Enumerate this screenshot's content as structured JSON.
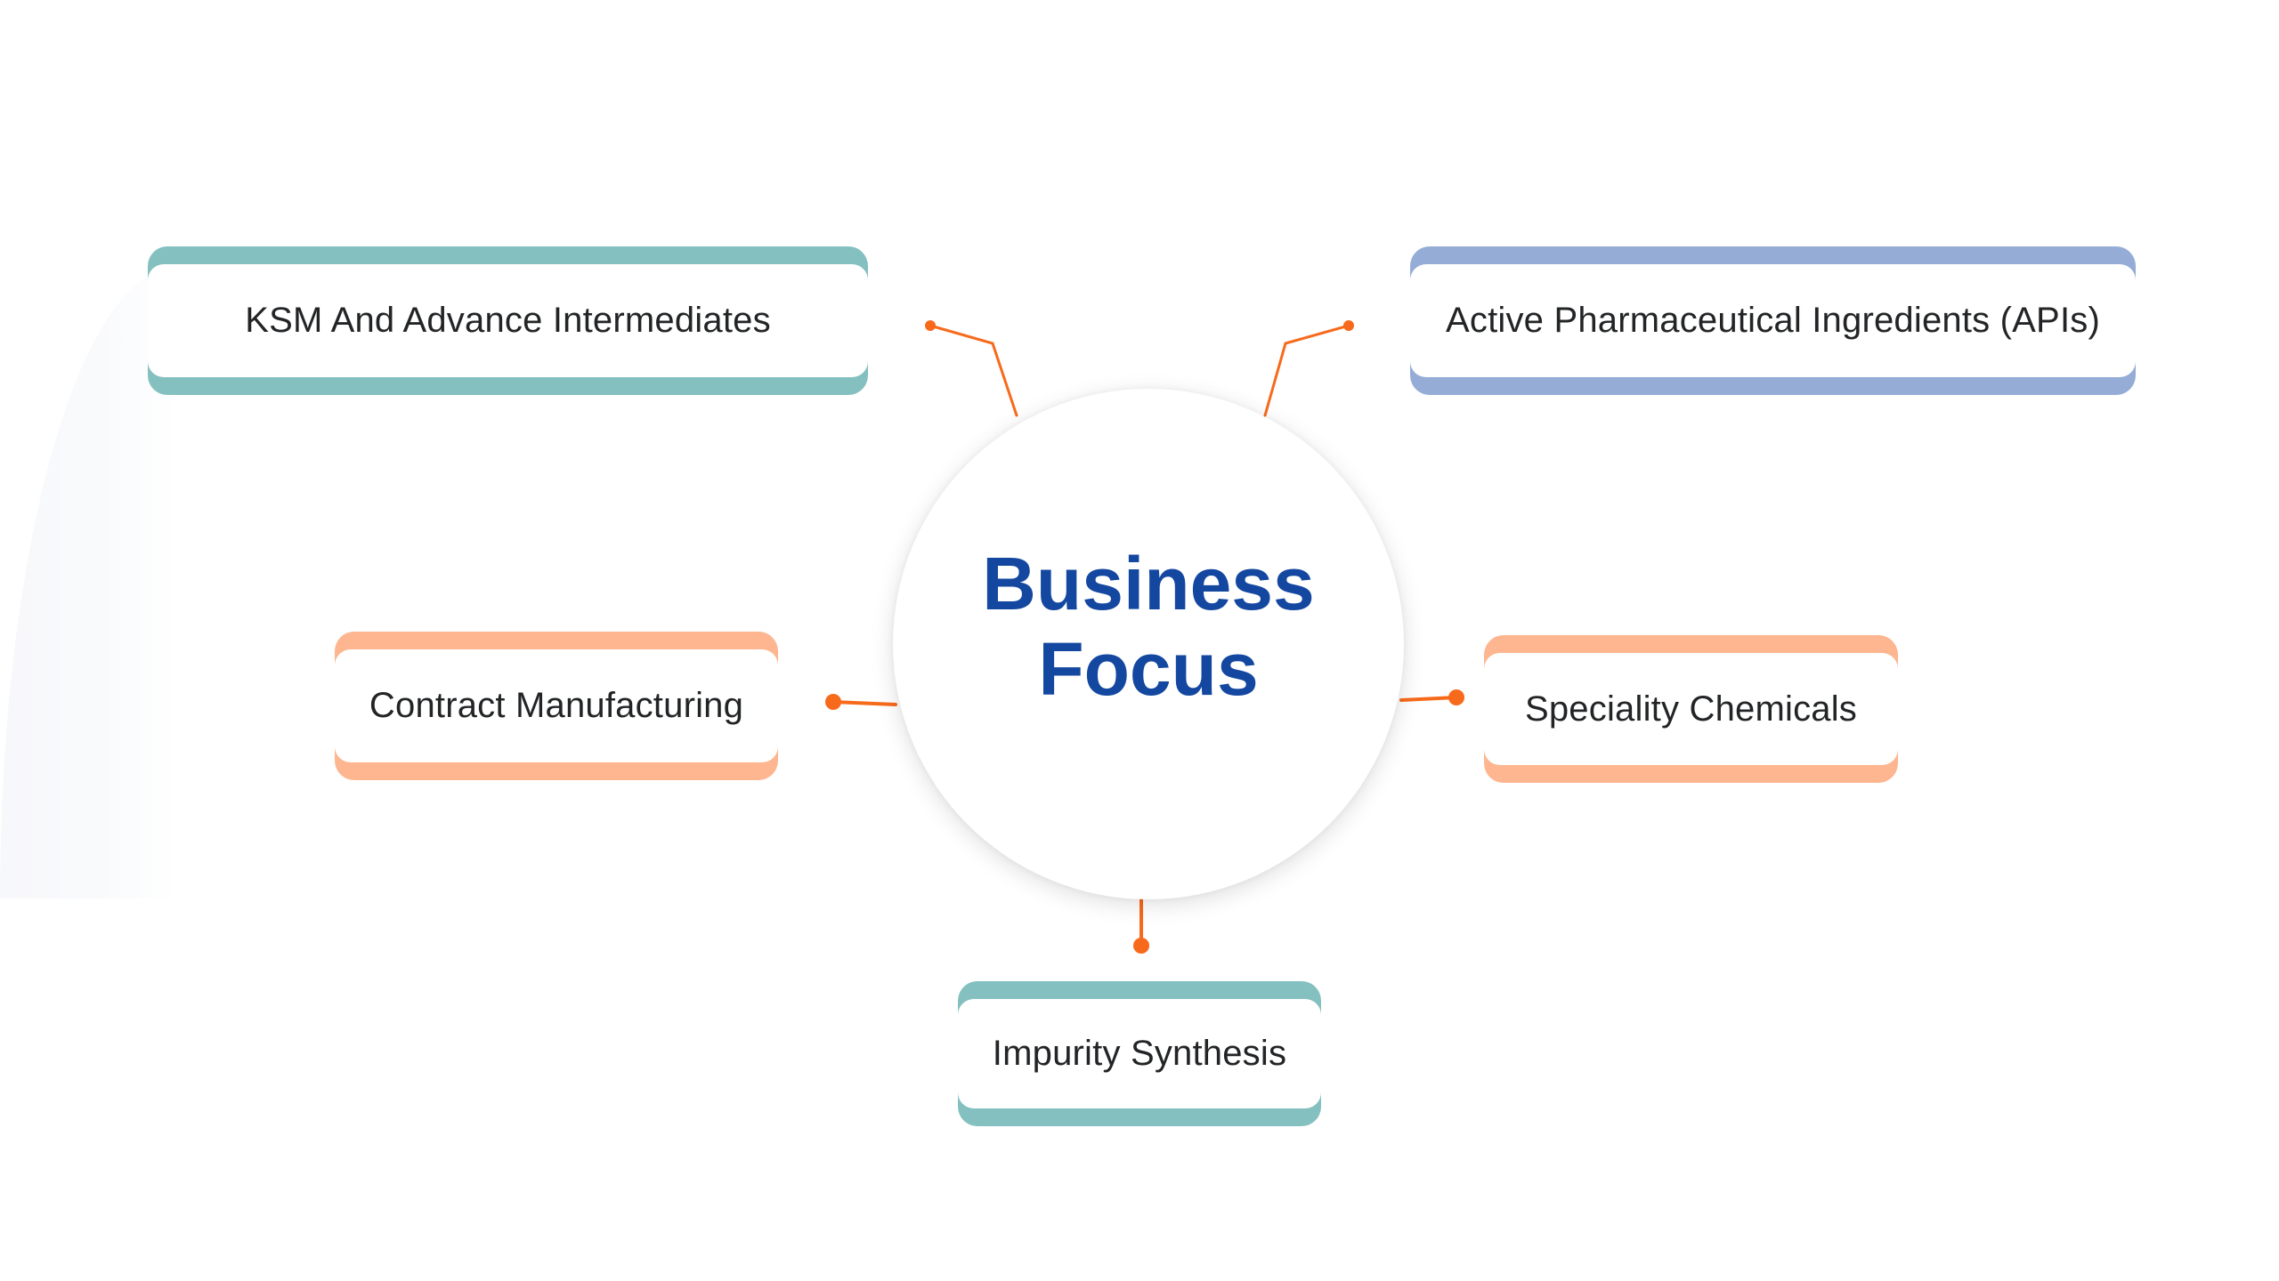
{
  "diagram": {
    "hub": {
      "line1": "Business",
      "line2": "Focus"
    },
    "nodes": [
      {
        "label": "KSM And Advance Intermediates",
        "color": "#84c0c0"
      },
      {
        "label": "Active Pharmaceutical Ingredients (APIs)",
        "color": "#94acd6"
      },
      {
        "label": "Contract Manufacturing",
        "color": "#fdb68f"
      },
      {
        "label": "Speciality Chemicals",
        "color": "#fdb68f"
      },
      {
        "label": "Impurity Synthesis",
        "color": "#84c0c0"
      }
    ],
    "colors": {
      "hub_text": "#1448a0",
      "connector": "#f76a1c",
      "label_text": "#222426"
    }
  }
}
